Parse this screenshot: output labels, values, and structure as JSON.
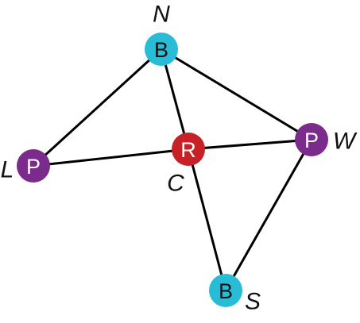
{
  "graph": {
    "colors": {
      "blue": "#29BCD6",
      "red": "#C62127",
      "purple": "#7A2B8C",
      "edge": "#000000"
    },
    "vertices": [
      {
        "id": "N",
        "name": "N",
        "letter": "B",
        "color": "blue"
      },
      {
        "id": "C",
        "name": "C",
        "letter": "R",
        "color": "red"
      },
      {
        "id": "L",
        "name": "L",
        "letter": "P",
        "color": "purple"
      },
      {
        "id": "W",
        "name": "W",
        "letter": "P",
        "color": "purple"
      },
      {
        "id": "S",
        "name": "S",
        "letter": "B",
        "color": "blue"
      }
    ],
    "edges": [
      [
        "N",
        "L"
      ],
      [
        "N",
        "C"
      ],
      [
        "N",
        "W"
      ],
      [
        "L",
        "C"
      ],
      [
        "C",
        "W"
      ],
      [
        "C",
        "S"
      ],
      [
        "W",
        "S"
      ]
    ]
  }
}
